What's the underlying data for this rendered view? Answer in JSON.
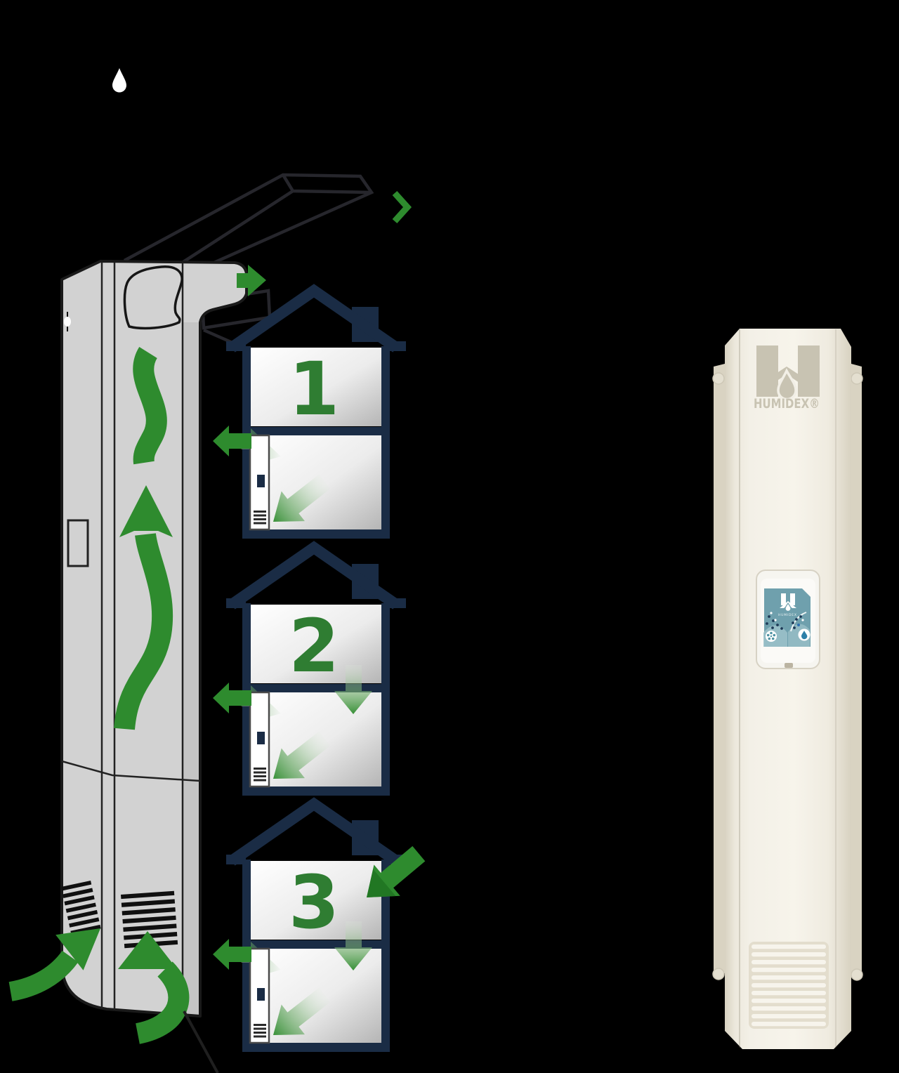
{
  "scene": {
    "description": "Humidex basement ventilation unit diagram with three house airflow illustrations and product photo",
    "background": "#000000"
  },
  "icons": {
    "droplet_icon": "water-droplet",
    "chevron_icon": "chevron-right",
    "airflow_icons": "green-airflow-arrows",
    "product_logo_icon": "humidex-h-droplet-logo",
    "panel_fan_icon": "fan-dial",
    "panel_droplet_icon": "humidity-dial"
  },
  "houses": [
    {
      "number": "1"
    },
    {
      "number": "2"
    },
    {
      "number": "3"
    }
  ],
  "product": {
    "brand_wordmark": "HUMIDEX®",
    "panel_wordmark": "HUMIDEX"
  },
  "colors": {
    "background": "#000000",
    "arrow_green": "#2e8b2e",
    "arrow_green_dark": "#1f7321",
    "number_green": "#2f7d32",
    "house_navy": "#1a2c45",
    "unit_gray": "#d2d2d2",
    "duct_outline": "#26262c",
    "product_cream": "#f4f1e8",
    "flange_beige": "#d9d3c2",
    "logo_beige": "#c8c3b2",
    "panel_teal": "#6fa0ad"
  }
}
